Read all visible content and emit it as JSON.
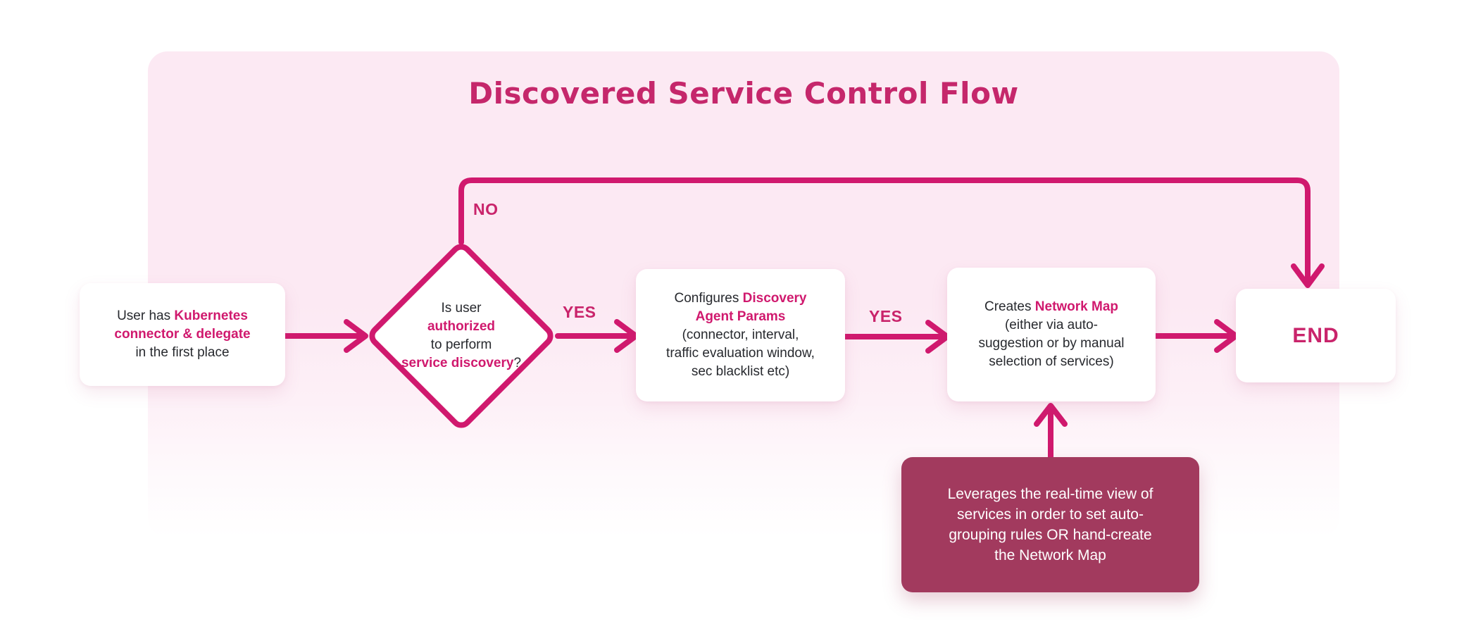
{
  "title": "Discovered Service Control Flow",
  "colors": {
    "accent_pink": "#d0196e",
    "title_pink": "#c5276b",
    "panel_pink": "#fce9f3",
    "note_maroon": "#a23a5e",
    "node_text": "#27292e",
    "node_bg": "#ffffff"
  },
  "nodes": {
    "start": {
      "pre": "User has ",
      "em": "Kubernetes\nconnector & delegate",
      "post": "\nin the first place"
    },
    "decision": {
      "pre": "Is user\n",
      "em1": "authorized",
      "mid": "\nto perform\n",
      "em2": "service discovery",
      "post": "?"
    },
    "configure": {
      "pre": "Configures ",
      "em": "Discovery\nAgent Params",
      "post": "\n(connector, interval,\ntraffic evaluation window,\nsec blacklist etc)"
    },
    "create": {
      "pre": "Creates ",
      "em": "Network Map",
      "post": "\n(either via auto-\nsuggestion or by manual\nselection of services)"
    },
    "end": {
      "label": "END"
    },
    "note": {
      "text": "Leverages the real-time view of\nservices in order to set auto-\ngrouping rules OR hand-create\nthe Network Map"
    }
  },
  "edges": [
    {
      "from": "start",
      "to": "decision",
      "label": ""
    },
    {
      "from": "decision",
      "to": "configure",
      "label": "YES"
    },
    {
      "from": "configure",
      "to": "create",
      "label": "YES"
    },
    {
      "from": "create",
      "to": "end",
      "label": ""
    },
    {
      "from": "decision",
      "to": "end",
      "label": "NO"
    },
    {
      "from": "note",
      "to": "create",
      "label": ""
    }
  ]
}
